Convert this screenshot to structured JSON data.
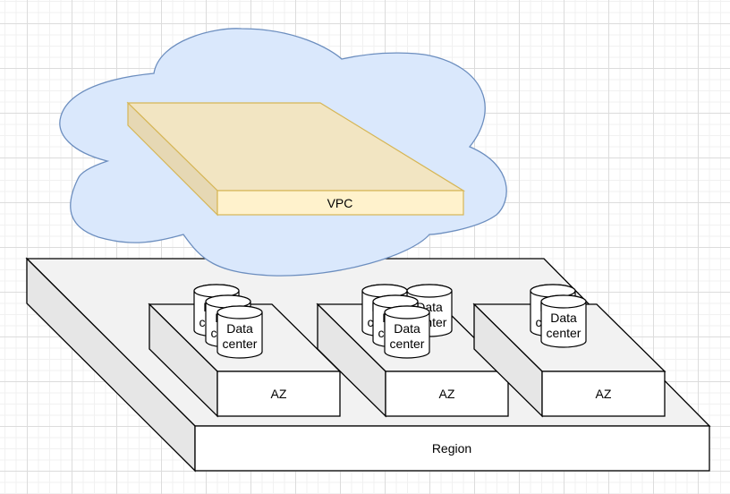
{
  "diagram": {
    "title": "VPC / Region / AZ / Data center",
    "colors": {
      "cloud_fill": "#dae8fc",
      "cloud_stroke": "#6c8ebf",
      "vpc_top": "#f2e5c2",
      "vpc_side": "#e6d8b4",
      "vpc_front": "#fff2cc",
      "vpc_stroke": "#d6b656",
      "box_top": "#f2f2f2",
      "box_side": "#e6e6e6",
      "box_front": "#ffffff",
      "box_stroke": "#000000"
    },
    "vpc": {
      "label": "VPC"
    },
    "region": {
      "label": "Region"
    },
    "azs": [
      {
        "label": "AZ",
        "data_centers": [
          {
            "label": "Data center"
          },
          {
            "label": "Data center"
          },
          {
            "label": "Data center"
          }
        ]
      },
      {
        "label": "AZ",
        "data_centers": [
          {
            "label": "Data center"
          },
          {
            "label": "Data center"
          },
          {
            "label": "Data center"
          },
          {
            "label": "Data center"
          }
        ]
      },
      {
        "label": "AZ",
        "data_centers": [
          {
            "label": "Data center"
          },
          {
            "label": "Data center"
          }
        ]
      }
    ]
  }
}
